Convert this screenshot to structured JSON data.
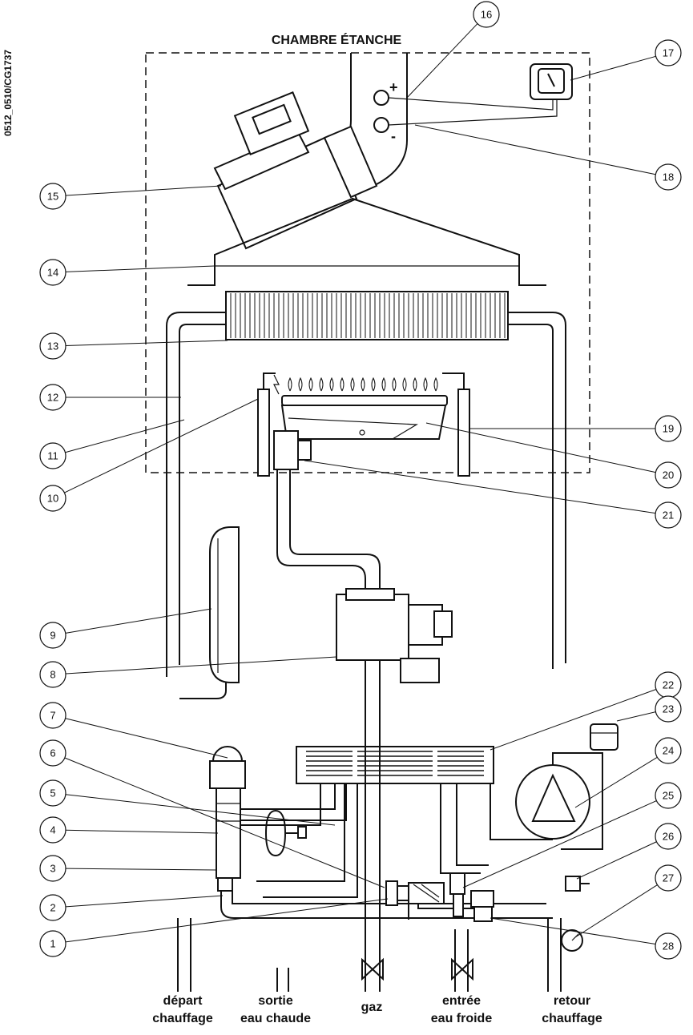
{
  "doc_code": "0512_0510/CG1737",
  "chamber_title": "CHAMBRE ÉTANCHE",
  "signs": {
    "plus": "+",
    "minus": "-"
  },
  "bottom_labels": [
    {
      "line1": "départ",
      "line2": "chauffage"
    },
    {
      "line1": "sortie",
      "line2": "eau chaude"
    },
    {
      "line1": "gaz",
      "line2": ""
    },
    {
      "line1": "entrée",
      "line2": "eau froide"
    },
    {
      "line1": "retour",
      "line2": "chauffage"
    }
  ],
  "callout_numbers": [
    "1",
    "2",
    "3",
    "4",
    "5",
    "6",
    "7",
    "8",
    "9",
    "10",
    "11",
    "12",
    "13",
    "14",
    "15",
    "16",
    "17",
    "18",
    "19",
    "20",
    "21",
    "22",
    "23",
    "24",
    "25",
    "26",
    "27",
    "28"
  ]
}
